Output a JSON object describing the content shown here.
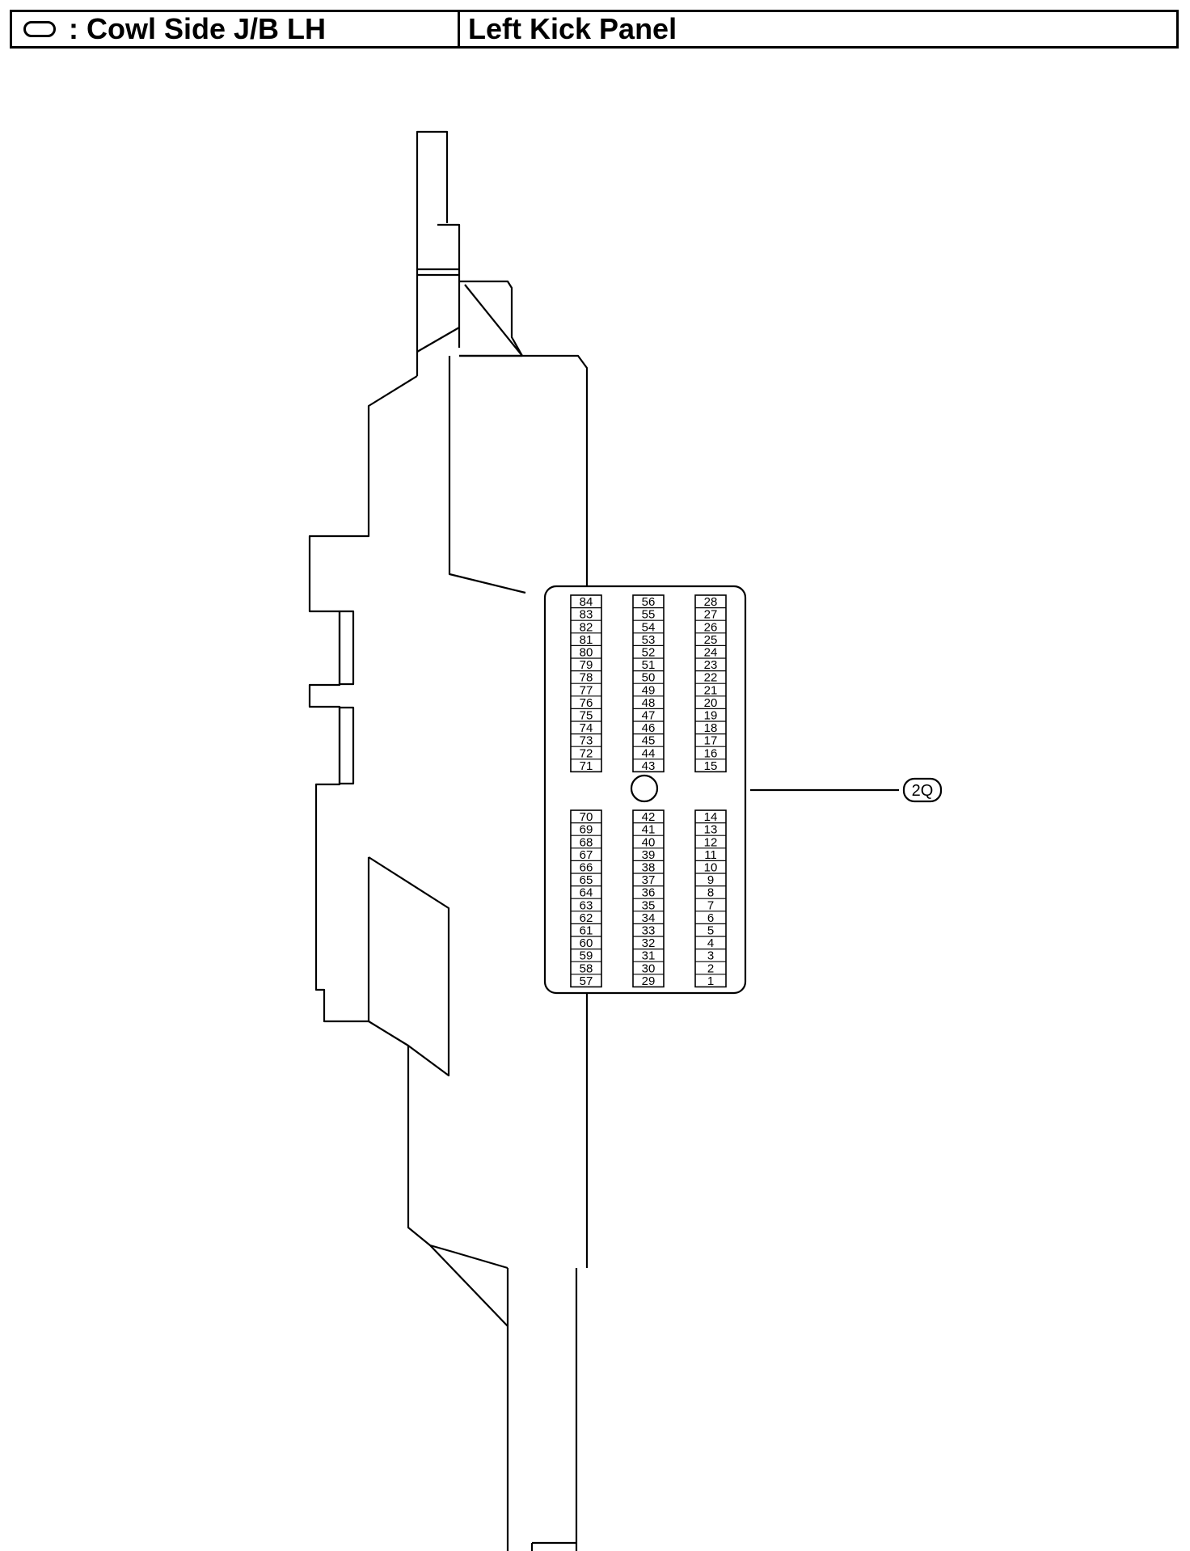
{
  "header": {
    "symbol_icon": "rounded-rectangle-icon",
    "title": ": Cowl Side J/B LH",
    "location": "Left Kick Panel"
  },
  "connector": {
    "label": "2Q",
    "upper_block": {
      "left": [
        "84",
        "83",
        "82",
        "81",
        "80",
        "79",
        "78",
        "77",
        "76",
        "75",
        "74",
        "73",
        "72",
        "71"
      ],
      "middle": [
        "56",
        "55",
        "54",
        "53",
        "52",
        "51",
        "50",
        "49",
        "48",
        "47",
        "46",
        "45",
        "44",
        "43"
      ],
      "right": [
        "28",
        "27",
        "26",
        "25",
        "24",
        "23",
        "22",
        "21",
        "20",
        "19",
        "18",
        "17",
        "16",
        "15"
      ]
    },
    "lower_block": {
      "left": [
        "70",
        "69",
        "68",
        "67",
        "66",
        "65",
        "64",
        "63",
        "62",
        "61",
        "60",
        "59",
        "58",
        "57"
      ],
      "middle": [
        "42",
        "41",
        "40",
        "39",
        "38",
        "37",
        "36",
        "35",
        "34",
        "33",
        "32",
        "31",
        "30",
        "29"
      ],
      "right": [
        "14",
        "13",
        "12",
        "11",
        "10",
        "9",
        "8",
        "7",
        "6",
        "5",
        "4",
        "3",
        "2",
        "1"
      ]
    }
  }
}
